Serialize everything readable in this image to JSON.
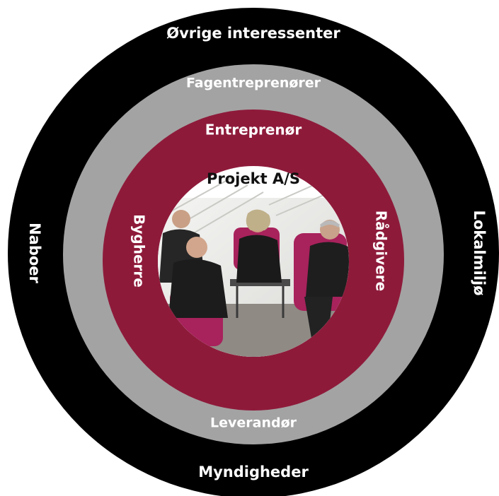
{
  "rings": {
    "outer": {
      "top_label": "Øvrige interessenter",
      "bottom_label": "Myndigheder",
      "left_label": "Naboer",
      "right_label": "Lokalmiljø",
      "color": "#000000"
    },
    "middle": {
      "top_label": "Fagentreprenører",
      "bottom_label": "Leverandør",
      "color": "#a3a3a3"
    },
    "inner": {
      "top_label": "Entreprenør",
      "left_label": "Bygherre",
      "right_label": "Rådgivere",
      "color": "#8e1a3a"
    }
  },
  "center": {
    "title": "Projekt A/S",
    "photo": "meeting-photo"
  },
  "colors": {
    "label_light": "#ffffff",
    "label_center": "#111111",
    "chair": "#a8225c"
  }
}
